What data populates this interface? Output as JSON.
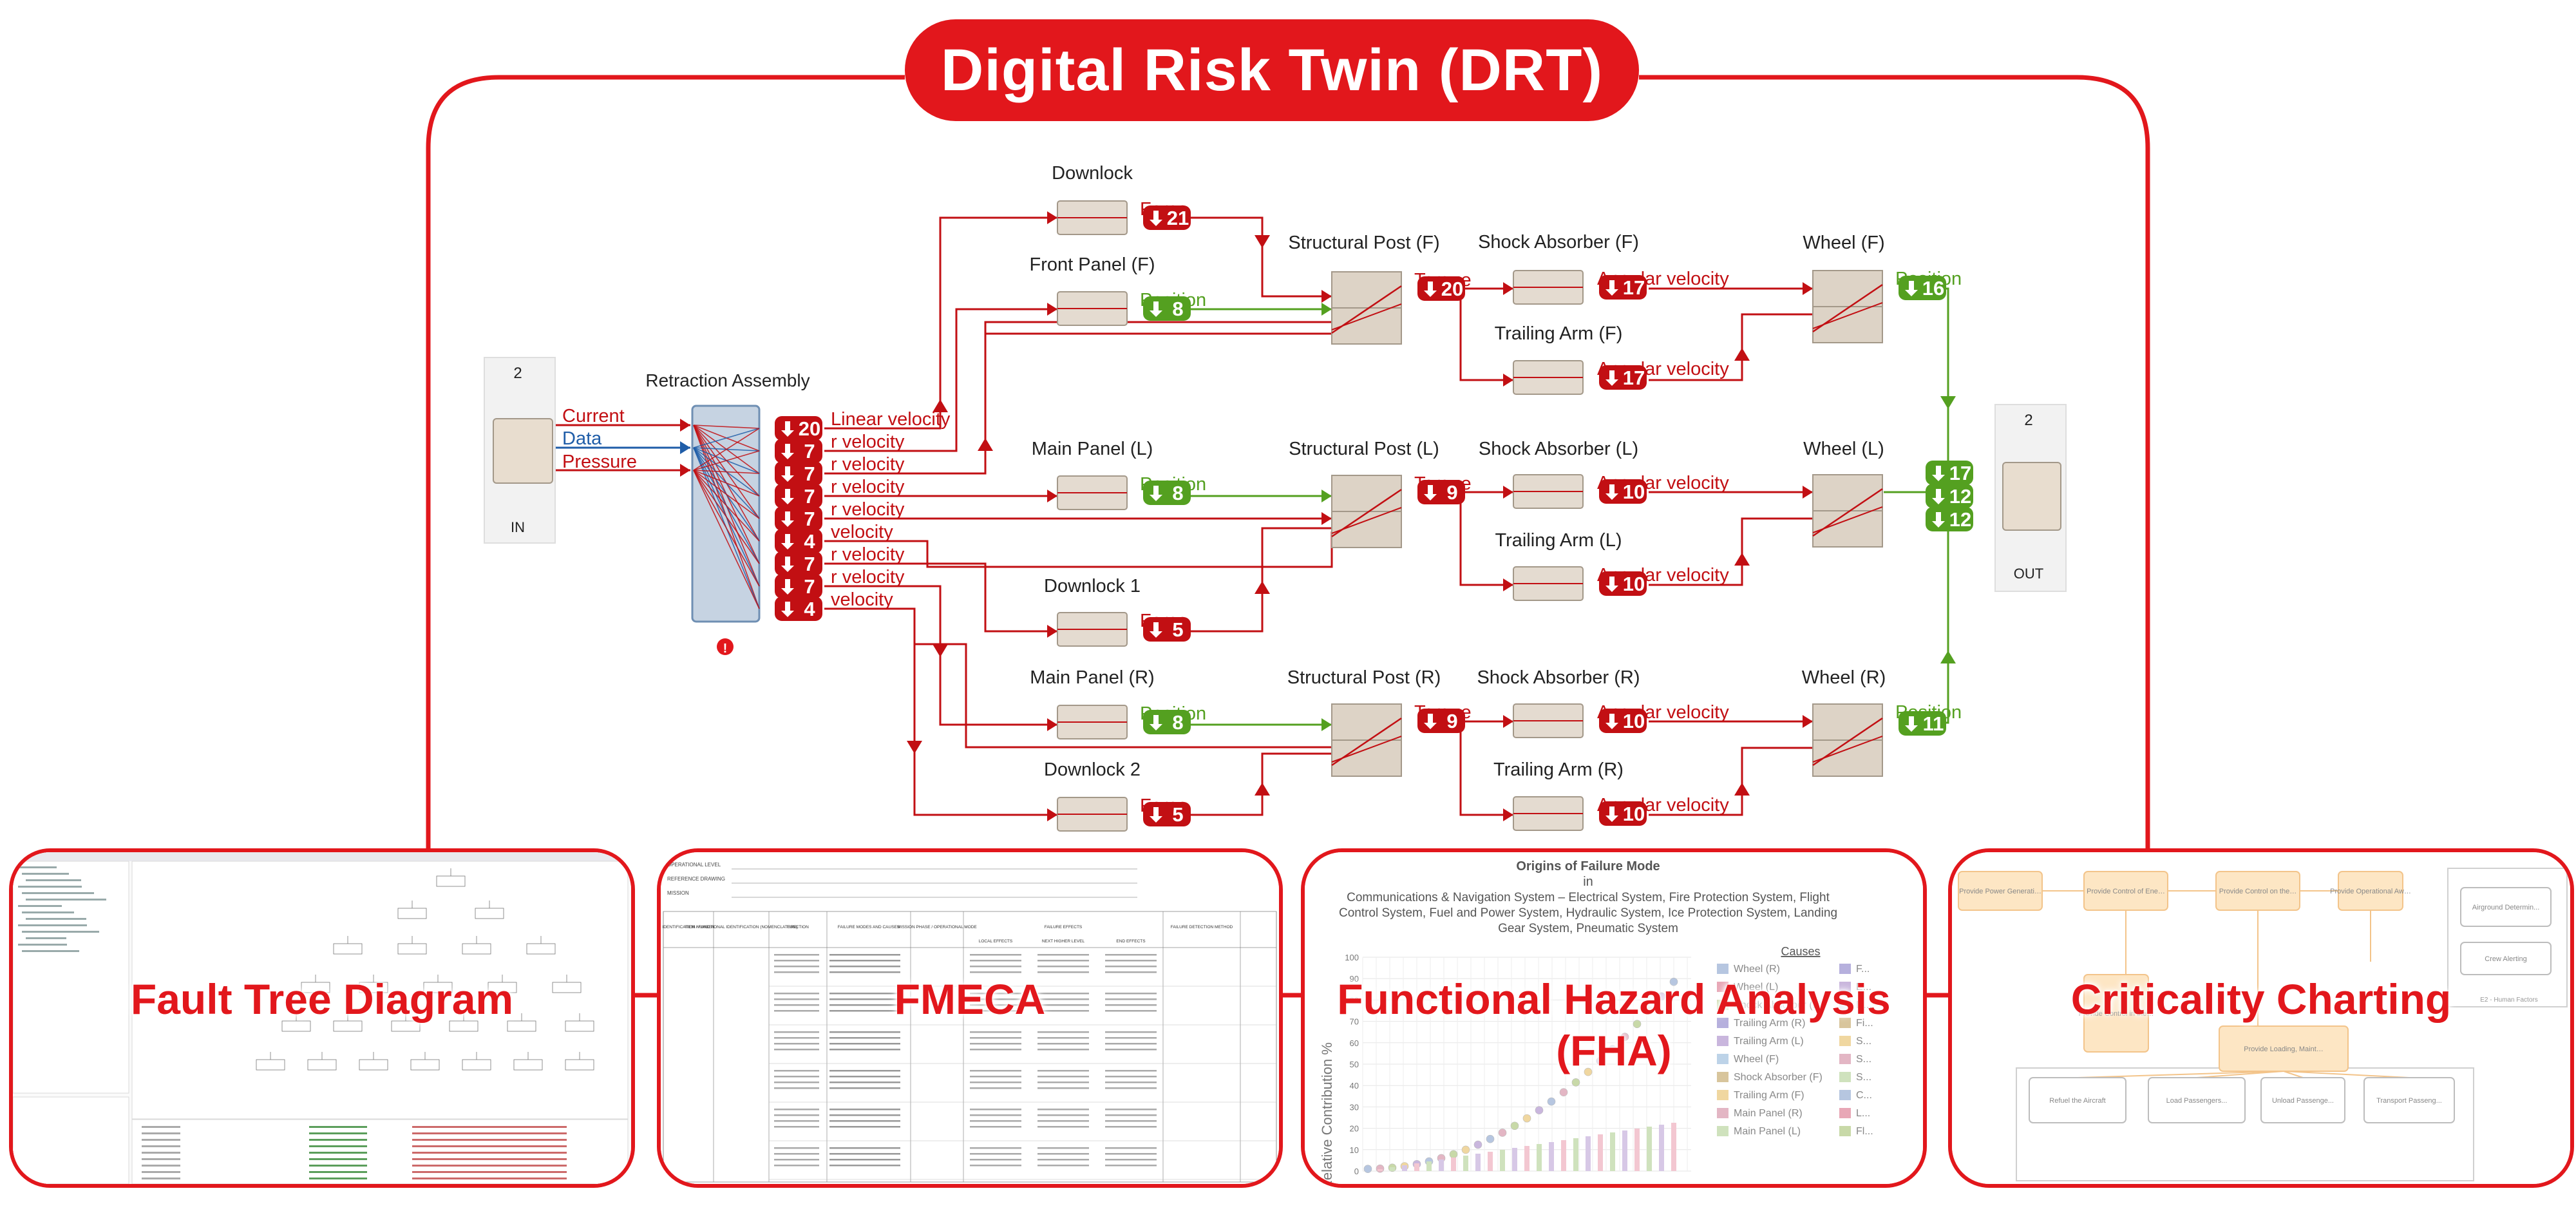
{
  "title": "Digital Risk Twin (DRT)",
  "colors": {
    "accent": "#e2171c",
    "block": "#ddd3c6",
    "green": "#54a020",
    "red": "#c20f13",
    "blue": "#1f5da8",
    "bundle": "#c6d3e2"
  },
  "diagram": {
    "in_block": {
      "number": "2",
      "label": "IN",
      "ports": [
        "Current",
        "Data",
        "Pressure"
      ]
    },
    "out_block": {
      "number": "2",
      "label": "OUT"
    },
    "retraction": {
      "label": "Retraction Assembly",
      "badges": [
        "20",
        "7",
        "7",
        "7",
        "7",
        "4",
        "7",
        "7",
        "4"
      ],
      "outputs": [
        "Linear velocity",
        "r velocity",
        "r velocity",
        "r velocity",
        "r velocity",
        "velocity",
        "r velocity",
        "r velocity",
        "velocity"
      ]
    },
    "components": {
      "downlock": {
        "label": "Downlock",
        "badge": "21",
        "output": "Force"
      },
      "front_panel": {
        "label": "Front Panel (F)",
        "badge": "8",
        "output": "Position"
      },
      "main_panel_l": {
        "label": "Main Panel (L)",
        "badge": "8",
        "output": "Position"
      },
      "downlock1": {
        "label": "Downlock 1",
        "badge": "5",
        "output": "Force"
      },
      "main_panel_r": {
        "label": "Main Panel (R)",
        "badge": "8",
        "output": "Position"
      },
      "downlock2": {
        "label": "Downlock 2",
        "badge": "5",
        "output": "Force"
      },
      "struct_f": {
        "label": "Structural Post (F)",
        "badge": "20",
        "output": "Torque"
      },
      "struct_l": {
        "label": "Structural Post (L)",
        "badge": "9",
        "output": "Torque"
      },
      "struct_r": {
        "label": "Structural Post (R)",
        "badge": "9",
        "output": "Torque"
      },
      "shock_f": {
        "label": "Shock Absorber (F)",
        "badge": "17",
        "output": "Angular velocity"
      },
      "shock_l": {
        "label": "Shock Absorber (L)",
        "badge": "10",
        "output": "Angular velocity"
      },
      "shock_r": {
        "label": "Shock Absorber (R)",
        "badge": "10",
        "output": "Angular velocity"
      },
      "trail_f": {
        "label": "Trailing Arm (F)",
        "badge": "17",
        "output": "Angular velocity"
      },
      "trail_l": {
        "label": "Trailing Arm (L)",
        "badge": "10",
        "output": "Angular velocity"
      },
      "trail_r": {
        "label": "Trailing Arm (R)",
        "badge": "10",
        "output": "Angular velocity"
      },
      "wheel_f": {
        "label": "Wheel (F)",
        "badge": "16",
        "output": "Position"
      },
      "wheel_l": {
        "label": "Wheel (L)",
        "badge": "",
        "output": ""
      },
      "wheel_r": {
        "label": "Wheel (R)",
        "badge": "11",
        "output": "Position"
      }
    },
    "out_badges": [
      "17",
      "12",
      "12"
    ]
  },
  "panels": [
    {
      "label": "Fault Tree Diagram"
    },
    {
      "label": "FMECA"
    },
    {
      "label": "Functional Hazard Analysis (FHA)"
    },
    {
      "label": "Criticality Charting"
    }
  ],
  "fha": {
    "title_lines": [
      "Origins of Failure Mode",
      "in",
      "Communications & Navigation System – Electrical System, Fire Protection System, Flight",
      "Control System, Fuel and Power System, Hydraulic System, Ice Protection System, Landing",
      "Gear System, Pneumatic System"
    ],
    "ylabel": "Relative Contribution %",
    "yticks": [
      "100",
      "90",
      "80",
      "70",
      "60",
      "50",
      "40",
      "30",
      "20",
      "10",
      "0"
    ],
    "legend_title": "Causes",
    "legend": [
      "Wheel (R)",
      "Wheel (L)",
      "Shock Absorber (L)",
      "Trailing Arm (R)",
      "Trailing Arm (L)",
      "Wheel (F)",
      "Shock Absorber (F)",
      "Trailing Arm (F)",
      "Main Panel (R)",
      "Main Panel (L)"
    ],
    "legend2": [
      "F...",
      "E...",
      "D...",
      "Fi...",
      "S...",
      "S...",
      "S...",
      "C...",
      "L...",
      "Fl..."
    ]
  },
  "criticality": {
    "nodes": [
      "Provide Power Generation & Distribution",
      "Provide Control of Energy",
      "Provide Control on the Ground",
      "Provide Operational Awareness",
      "Airground Determin...",
      "Crew Alerting",
      "Provide Control in the Air",
      "Provide Loading, Maintenance, Ground Handling & Occupant Accomodate",
      "Refuel the Aircraft",
      "Load Passengers...",
      "Unload Passenge...",
      "Transport Passeng..."
    ],
    "footer": "E2 - Human Factors"
  },
  "fmeca": {
    "header_rows": [
      "OPERATIONAL LEVEL",
      "REFERENCE DRAWING",
      "MISSION"
    ],
    "columns": [
      "IDENTIFICATION NUMBER",
      "ITEM / FUNCTIONAL IDENTIFICATION (NOMENCLATURE)",
      "FUNCTION",
      "FAILURE MODES AND CAUSES",
      "MISSION PHASE / OPERATIONAL MODE",
      "FAILURE EFFECTS",
      "FAILURE DETECTION METHOD"
    ],
    "effects": [
      "LOCAL EFFECTS",
      "NEXT HIGHER LEVEL",
      "END EFFECTS"
    ]
  }
}
